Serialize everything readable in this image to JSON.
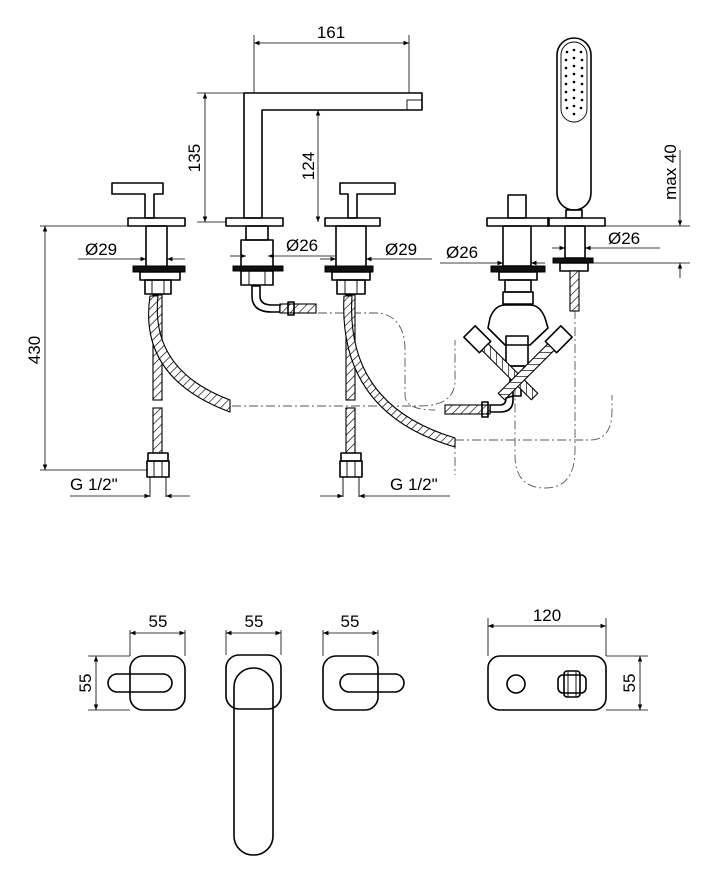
{
  "dimensions": {
    "spout_width": "161",
    "spout_height": "135",
    "spout_inner_height": "124",
    "handshower_height": "max 40",
    "valve_left_dia": "Ø29",
    "spout_dia": "Ø26",
    "valve_right_dia": "Ø29",
    "diverter_dia": "Ø26",
    "handshower_dia": "Ø26",
    "overall_height": "430",
    "thread_left": "G 1/2\"",
    "thread_right": "G 1/2\"",
    "top_left_handle_width": "55",
    "top_left_handle_height": "55",
    "top_spout_width": "55",
    "top_right_handle_width": "55",
    "top_diverter_width": "120",
    "top_diverter_height": "55"
  }
}
